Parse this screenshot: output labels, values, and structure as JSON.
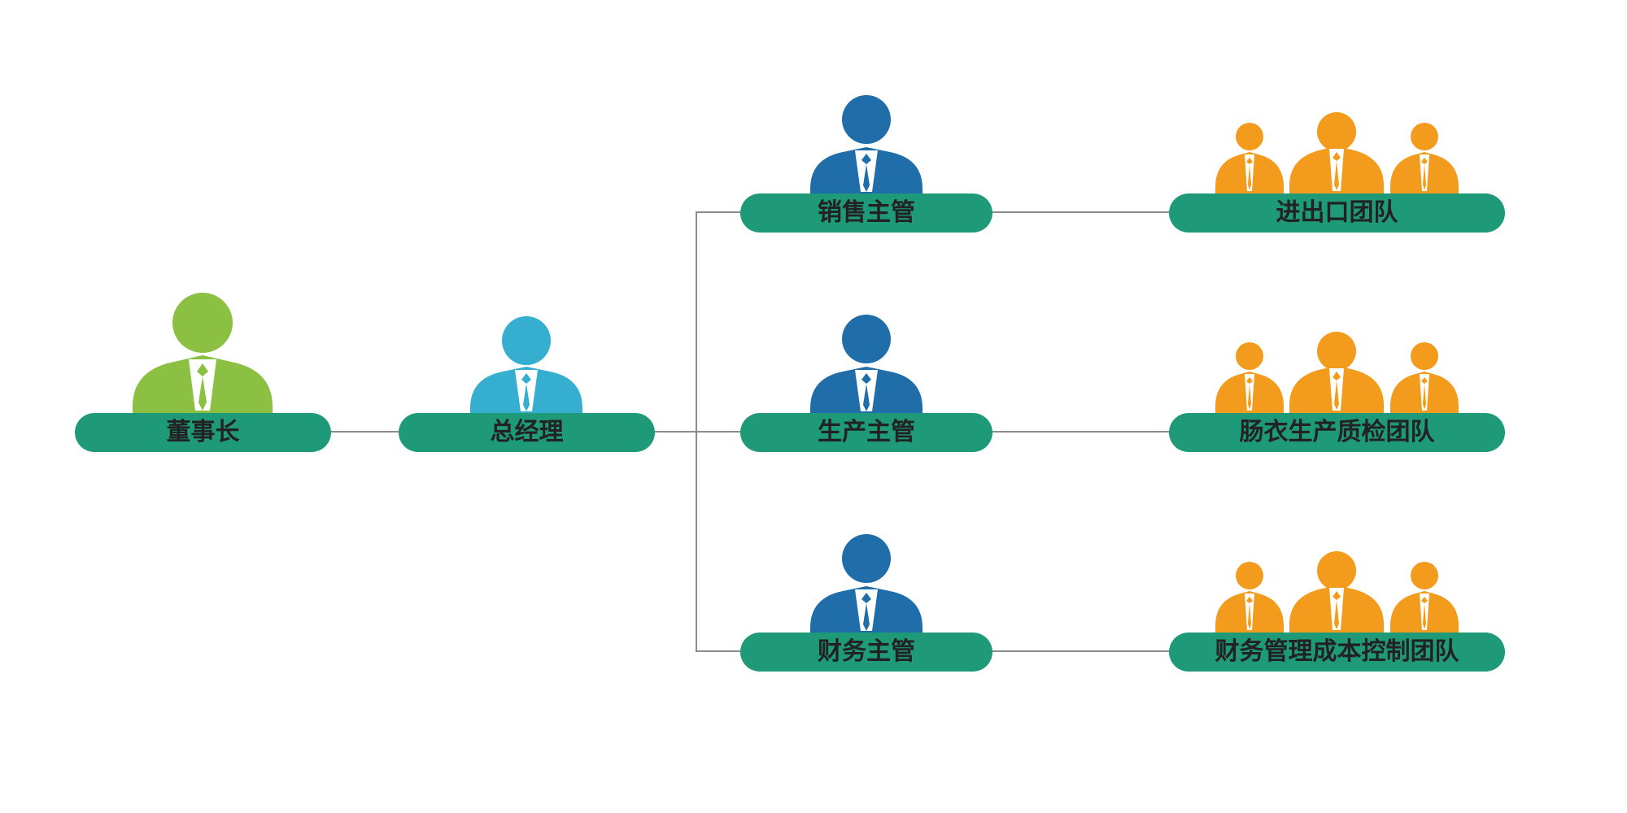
{
  "colors": {
    "pill": "#1e9a78",
    "connector": "#8c8c8c",
    "chairman": "#8bc043",
    "general_manager": "#35aed0",
    "supervisor": "#1f6ea9",
    "team": "#f29b1c"
  },
  "nodes": {
    "chairman": {
      "label": "董事长",
      "icon": "person-icon"
    },
    "general_manager": {
      "label": "总经理",
      "icon": "person-icon"
    },
    "sales_supervisor": {
      "label": "销售主管",
      "icon": "person-icon"
    },
    "production_supervisor": {
      "label": "生产主管",
      "icon": "person-icon"
    },
    "finance_supervisor": {
      "label": "财务主管",
      "icon": "person-icon"
    },
    "import_export_team": {
      "label": "进出口团队",
      "icon": "group-icon"
    },
    "casing_qc_team": {
      "label": "肠衣生产质检团队",
      "icon": "group-icon"
    },
    "finance_cost_team": {
      "label": "财务管理成本控制团队",
      "icon": "group-icon"
    }
  }
}
